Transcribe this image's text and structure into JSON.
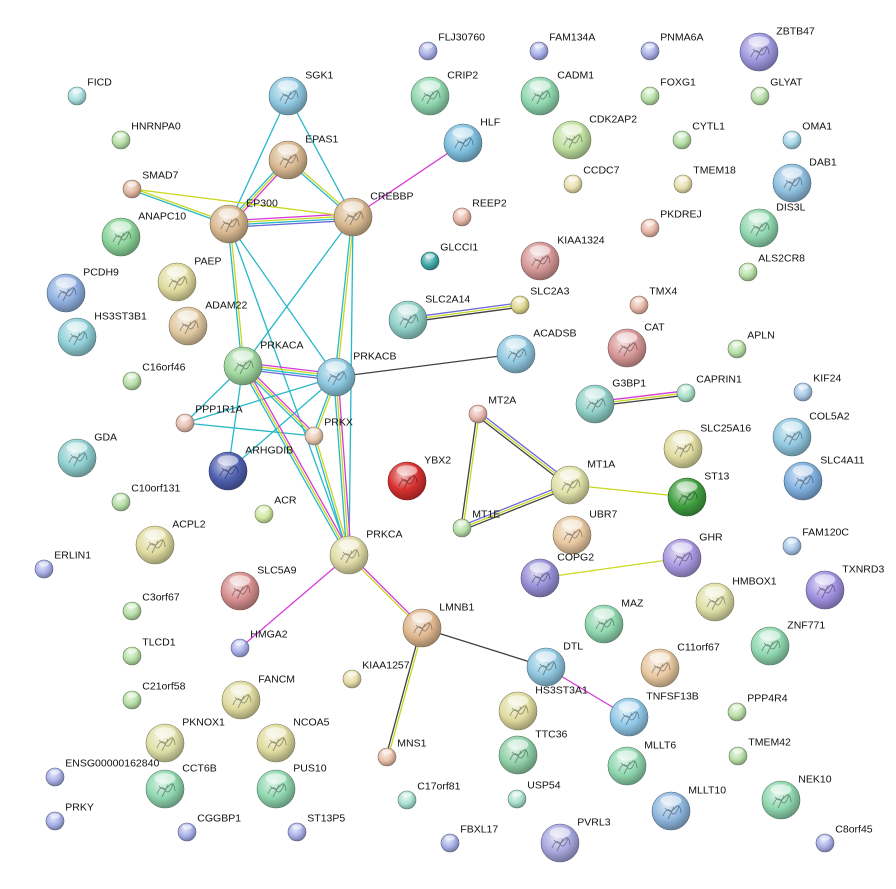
{
  "network": {
    "nodes": [
      {
        "id": "SGK1",
        "label": "SGK1",
        "color": "#8fc8e0",
        "size": "l"
      },
      {
        "id": "EPAS1",
        "label": "EPAS1",
        "color": "#d8b890",
        "size": "l"
      },
      {
        "id": "EP300",
        "label": "EP300",
        "color": "#d8b890",
        "size": "l"
      },
      {
        "id": "CREBBP",
        "label": "CREBBP",
        "color": "#d8b890",
        "size": "l"
      },
      {
        "id": "SMAD7",
        "label": "SMAD7",
        "color": "#e0b8a0",
        "size": "s"
      },
      {
        "id": "ANAPC10",
        "label": "ANAPC10",
        "color": "#8cd49a",
        "size": "l"
      },
      {
        "id": "FICD",
        "label": "FICD",
        "color": "#a8e0e0",
        "size": "s"
      },
      {
        "id": "HNRNPA0",
        "label": "HNRNPA0",
        "color": "#b8e0a8",
        "size": "s"
      },
      {
        "id": "PAEP",
        "label": "PAEP",
        "color": "#e0dca0",
        "size": "l"
      },
      {
        "id": "PCDH9",
        "label": "PCDH9",
        "color": "#90b0e0",
        "size": "l"
      },
      {
        "id": "HS3ST3B1",
        "label": "HS3ST3B1",
        "color": "#90d0d8",
        "size": "l"
      },
      {
        "id": "ADAM22",
        "label": "ADAM22",
        "color": "#e0c8a0",
        "size": "l"
      },
      {
        "id": "C16orf46",
        "label": "C16orf46",
        "color": "#b8e0a8",
        "size": "s"
      },
      {
        "id": "PRKACA",
        "label": "PRKACA",
        "color": "#a0d8a0",
        "size": "l"
      },
      {
        "id": "PRKACB",
        "label": "PRKACB",
        "color": "#8cc8e0",
        "size": "l"
      },
      {
        "id": "PPP1R1A",
        "label": "PPP1R1A",
        "color": "#e8c0b0",
        "size": "s"
      },
      {
        "id": "PRKX",
        "label": "PRKX",
        "color": "#e8c8b0",
        "size": "s"
      },
      {
        "id": "ARHGDIB",
        "label": "ARHGDIB",
        "color": "#5060b0",
        "size": "l"
      },
      {
        "id": "GDA",
        "label": "GDA",
        "color": "#90d0d0",
        "size": "l"
      },
      {
        "id": "C10orf131",
        "label": "C10orf131",
        "color": "#b8e0a8",
        "size": "s"
      },
      {
        "id": "ACR",
        "label": "ACR",
        "color": "#d0e8a0",
        "size": "s"
      },
      {
        "id": "ACPL2",
        "label": "ACPL2",
        "color": "#e0dca0",
        "size": "l"
      },
      {
        "id": "ERLIN1",
        "label": "ERLIN1",
        "color": "#a8b0e8",
        "size": "s"
      },
      {
        "id": "PRKCA",
        "label": "PRKCA",
        "color": "#e0dca8",
        "size": "l"
      },
      {
        "id": "SLC5A9",
        "label": "SLC5A9",
        "color": "#d89090",
        "size": "l"
      },
      {
        "id": "C3orf67",
        "label": "C3orf67",
        "color": "#b8e0a8",
        "size": "s"
      },
      {
        "id": "HMGA2",
        "label": "HMGA2",
        "color": "#a8b0e8",
        "size": "s"
      },
      {
        "id": "TLCD1",
        "label": "TLCD1",
        "color": "#b8e0a8",
        "size": "s"
      },
      {
        "id": "C21orf58",
        "label": "C21orf58",
        "color": "#b8e0a8",
        "size": "s"
      },
      {
        "id": "FANCM",
        "label": "FANCM",
        "color": "#e0dca0",
        "size": "l"
      },
      {
        "id": "KIAA1257",
        "label": "KIAA1257",
        "color": "#e8dca8",
        "size": "s"
      },
      {
        "id": "PKNOX1",
        "label": "PKNOX1",
        "color": "#e0e0a8",
        "size": "l"
      },
      {
        "id": "NCOA5",
        "label": "NCOA5",
        "color": "#e0dca0",
        "size": "l"
      },
      {
        "id": "ENSG00000162840",
        "label": "ENSG00000162840",
        "color": "#a8b0e8",
        "size": "s"
      },
      {
        "id": "CCT6B",
        "label": "CCT6B",
        "color": "#90d8b0",
        "size": "l"
      },
      {
        "id": "PUS10",
        "label": "PUS10",
        "color": "#90d8b0",
        "size": "l"
      },
      {
        "id": "PRKY",
        "label": "PRKY",
        "color": "#a8b0e8",
        "size": "s"
      },
      {
        "id": "CGGBP1",
        "label": "CGGBP1",
        "color": "#a8b0e8",
        "size": "s"
      },
      {
        "id": "ST13P5",
        "label": "ST13P5",
        "color": "#a8b0e8",
        "size": "s"
      },
      {
        "id": "MNS1",
        "label": "MNS1",
        "color": "#e8c0a8",
        "size": "s"
      },
      {
        "id": "LMNB1",
        "label": "LMNB1",
        "color": "#e0b890",
        "size": "l"
      },
      {
        "id": "C17orf81",
        "label": "C17orf81",
        "color": "#a8e0d0",
        "size": "s"
      },
      {
        "id": "FBXL17",
        "label": "FBXL17",
        "color": "#a8b0e8",
        "size": "s"
      },
      {
        "id": "YBX2",
        "label": "YBX2",
        "color": "#d83030",
        "size": "l"
      },
      {
        "id": "FLJ30760",
        "label": "FLJ30760",
        "color": "#a8b0e8",
        "size": "s"
      },
      {
        "id": "CRIP2",
        "label": "CRIP2",
        "color": "#90d8b0",
        "size": "l"
      },
      {
        "id": "HLF",
        "label": "HLF",
        "color": "#80c0e0",
        "size": "l"
      },
      {
        "id": "REEP2",
        "label": "REEP2",
        "color": "#e8b8a8",
        "size": "s"
      },
      {
        "id": "GLCCI1",
        "label": "GLCCI1",
        "color": "#40a8a8",
        "size": "s"
      },
      {
        "id": "FAM134A",
        "label": "FAM134A",
        "color": "#a8b0e8",
        "size": "s"
      },
      {
        "id": "CADM1",
        "label": "CADM1",
        "color": "#90d8b0",
        "size": "l"
      },
      {
        "id": "CDK2AP2",
        "label": "CDK2AP2",
        "color": "#c0e0a0",
        "size": "l"
      },
      {
        "id": "CCDC7",
        "label": "CCDC7",
        "color": "#e8e0b0",
        "size": "s"
      },
      {
        "id": "KIAA1324",
        "label": "KIAA1324",
        "color": "#d89898",
        "size": "l"
      },
      {
        "id": "SLC2A14",
        "label": "SLC2A14",
        "color": "#90d0c8",
        "size": "l"
      },
      {
        "id": "SLC2A3",
        "label": "SLC2A3",
        "color": "#e0d890",
        "size": "s"
      },
      {
        "id": "ACADSB",
        "label": "ACADSB",
        "color": "#90c8e0",
        "size": "l"
      },
      {
        "id": "MT2A",
        "label": "MT2A",
        "color": "#e8b8b0",
        "size": "s"
      },
      {
        "id": "MT1A",
        "label": "MT1A",
        "color": "#e0e0a8",
        "size": "l"
      },
      {
        "id": "MT1E",
        "label": "MT1E",
        "color": "#b8e0a8",
        "size": "s"
      },
      {
        "id": "UBR7",
        "label": "UBR7",
        "color": "#e8c8a0",
        "size": "l"
      },
      {
        "id": "COPG2",
        "label": "COPG2",
        "color": "#9890d8",
        "size": "l"
      },
      {
        "id": "DTL",
        "label": "DTL",
        "color": "#90c8e0",
        "size": "l"
      },
      {
        "id": "HS3ST3A1",
        "label": "HS3ST3A1",
        "color": "#e0dca0",
        "size": "l"
      },
      {
        "id": "TTC36",
        "label": "TTC36",
        "color": "#90d0a8",
        "size": "l"
      },
      {
        "id": "USP54",
        "label": "USP54",
        "color": "#a8e0d0",
        "size": "s"
      },
      {
        "id": "PVRL3",
        "label": "PVRL3",
        "color": "#a8a8e0",
        "size": "l"
      },
      {
        "id": "PNMA6A",
        "label": "PNMA6A",
        "color": "#a8b0e8",
        "size": "s"
      },
      {
        "id": "FOXG1",
        "label": "FOXG1",
        "color": "#b8e0a8",
        "size": "s"
      },
      {
        "id": "CYTL1",
        "label": "CYTL1",
        "color": "#b8e0a8",
        "size": "s"
      },
      {
        "id": "TMEM18",
        "label": "TMEM18",
        "color": "#e8e0b0",
        "size": "s"
      },
      {
        "id": "PKDREJ",
        "label": "PKDREJ",
        "color": "#e8b8a8",
        "size": "s"
      },
      {
        "id": "TMX4",
        "label": "TMX4",
        "color": "#e8b8a8",
        "size": "s"
      },
      {
        "id": "CAT",
        "label": "CAT",
        "color": "#d89898",
        "size": "l"
      },
      {
        "id": "APLN",
        "label": "APLN",
        "color": "#b8e0a8",
        "size": "s"
      },
      {
        "id": "G3BP1",
        "label": "G3BP1",
        "color": "#90d0c8",
        "size": "l"
      },
      {
        "id": "CAPRIN1",
        "label": "CAPRIN1",
        "color": "#a8e0c8",
        "size": "s"
      },
      {
        "id": "SLC25A16",
        "label": "SLC25A16",
        "color": "#e0dca0",
        "size": "l"
      },
      {
        "id": "ST13",
        "label": "ST13",
        "color": "#40a040",
        "size": "l"
      },
      {
        "id": "GHR",
        "label": "GHR",
        "color": "#a898e0",
        "size": "l"
      },
      {
        "id": "HMBOX1",
        "label": "HMBOX1",
        "color": "#e0e0a8",
        "size": "l"
      },
      {
        "id": "MAZ",
        "label": "MAZ",
        "color": "#90d8b0",
        "size": "l"
      },
      {
        "id": "C11orf67",
        "label": "C11orf67",
        "color": "#e8c8a0",
        "size": "l"
      },
      {
        "id": "TNFSF13B",
        "label": "TNFSF13B",
        "color": "#90c8e8",
        "size": "l"
      },
      {
        "id": "MLLT6",
        "label": "MLLT6",
        "color": "#90d8b0",
        "size": "l"
      },
      {
        "id": "MLLT10",
        "label": "MLLT10",
        "color": "#90b8e0",
        "size": "l"
      },
      {
        "id": "ZBTB47",
        "label": "ZBTB47",
        "color": "#a098e0",
        "size": "l"
      },
      {
        "id": "GLYAT",
        "label": "GLYAT",
        "color": "#b8e0a8",
        "size": "s"
      },
      {
        "id": "OMA1",
        "label": "OMA1",
        "color": "#a8d8e8",
        "size": "s"
      },
      {
        "id": "DAB1",
        "label": "DAB1",
        "color": "#90c0e0",
        "size": "l"
      },
      {
        "id": "DIS3L",
        "label": "DIS3L",
        "color": "#90d8b0",
        "size": "l"
      },
      {
        "id": "ALS2CR8",
        "label": "ALS2CR8",
        "color": "#b8e0a8",
        "size": "s"
      },
      {
        "id": "KIF24",
        "label": "KIF24",
        "color": "#a8c8e8",
        "size": "s"
      },
      {
        "id": "COL5A2",
        "label": "COL5A2",
        "color": "#90c8e0",
        "size": "l"
      },
      {
        "id": "SLC4A11",
        "label": "SLC4A11",
        "color": "#80b0e0",
        "size": "l"
      },
      {
        "id": "FAM120C",
        "label": "FAM120C",
        "color": "#a8c8e8",
        "size": "s"
      },
      {
        "id": "TXNRD3",
        "label": "TXNRD3",
        "color": "#a090e0",
        "size": "l"
      },
      {
        "id": "ZNF771",
        "label": "ZNF771",
        "color": "#90d8b0",
        "size": "l"
      },
      {
        "id": "PPP4R4",
        "label": "PPP4R4",
        "color": "#b8e0a8",
        "size": "s"
      },
      {
        "id": "TMEM42",
        "label": "TMEM42",
        "color": "#b8e0a8",
        "size": "s"
      },
      {
        "id": "NEK10",
        "label": "NEK10",
        "color": "#90d8b0",
        "size": "l"
      },
      {
        "id": "C8orf45",
        "label": "C8orf45",
        "color": "#a8b0e8",
        "size": "s"
      }
    ],
    "edges": [
      {
        "source": "SGK1",
        "target": "EP300",
        "types": [
          "cyan"
        ]
      },
      {
        "source": "SGK1",
        "target": "CREBBP",
        "types": [
          "cyan"
        ]
      },
      {
        "source": "EPAS1",
        "target": "EP300",
        "types": [
          "magenta",
          "yellow",
          "cyan"
        ]
      },
      {
        "source": "EPAS1",
        "target": "CREBBP",
        "types": [
          "yellow",
          "cyan"
        ]
      },
      {
        "source": "EP300",
        "target": "CREBBP",
        "types": [
          "magenta",
          "yellow",
          "cyan",
          "blue"
        ]
      },
      {
        "source": "SMAD7",
        "target": "EP300",
        "types": [
          "yellow",
          "cyan"
        ]
      },
      {
        "source": "SMAD7",
        "target": "CREBBP",
        "types": [
          "yellow"
        ]
      },
      {
        "source": "EP300",
        "target": "PRKACA",
        "types": [
          "yellow",
          "cyan"
        ]
      },
      {
        "source": "EP300",
        "target": "PRKACB",
        "types": [
          "cyan"
        ]
      },
      {
        "source": "CREBBP",
        "target": "PRKACA",
        "types": [
          "cyan"
        ]
      },
      {
        "source": "CREBBP",
        "target": "PRKACB",
        "types": [
          "yellow",
          "cyan"
        ]
      },
      {
        "source": "CREBBP",
        "target": "PRKCA",
        "types": [
          "cyan"
        ]
      },
      {
        "source": "CREBBP",
        "target": "HLF",
        "types": [
          "magenta"
        ]
      },
      {
        "source": "EP300",
        "target": "PRKCA",
        "types": [
          "cyan"
        ]
      },
      {
        "source": "PRKACA",
        "target": "PRKACB",
        "types": [
          "magenta",
          "yellow",
          "cyan",
          "blue"
        ]
      },
      {
        "source": "PRKACA",
        "target": "PRKX",
        "types": [
          "magenta",
          "yellow",
          "cyan"
        ]
      },
      {
        "source": "PRKACB",
        "target": "PRKX",
        "types": [
          "yellow",
          "cyan"
        ]
      },
      {
        "source": "PRKACA",
        "target": "PPP1R1A",
        "types": [
          "cyan"
        ]
      },
      {
        "source": "PRKACB",
        "target": "PPP1R1A",
        "types": [
          "cyan"
        ]
      },
      {
        "source": "PRKACA",
        "target": "ARHGDIB",
        "types": [
          "cyan"
        ]
      },
      {
        "source": "PRKACB",
        "target": "ARHGDIB",
        "types": [
          "cyan"
        ]
      },
      {
        "source": "PPP1R1A",
        "target": "PRKX",
        "types": [
          "cyan"
        ]
      },
      {
        "source": "PRKACA",
        "target": "PRKCA",
        "types": [
          "magenta",
          "yellow",
          "cyan"
        ]
      },
      {
        "source": "PRKACB",
        "target": "PRKCA",
        "types": [
          "magenta",
          "yellow",
          "cyan"
        ]
      },
      {
        "source": "PRKX",
        "target": "PRKCA",
        "types": [
          "yellow",
          "cyan"
        ]
      },
      {
        "source": "PRKACB",
        "target": "ACADSB",
        "types": [
          "dark"
        ]
      },
      {
        "source": "PRKCA",
        "target": "HMGA2",
        "types": [
          "magenta"
        ]
      },
      {
        "source": "PRKCA",
        "target": "LMNB1",
        "types": [
          "magenta",
          "yellow"
        ]
      },
      {
        "source": "LMNB1",
        "target": "MNS1",
        "types": [
          "yellow",
          "dark"
        ]
      },
      {
        "source": "LMNB1",
        "target": "DTL",
        "types": [
          "dark"
        ]
      },
      {
        "source": "DTL",
        "target": "TNFSF13B",
        "types": [
          "magenta"
        ]
      },
      {
        "source": "SLC2A14",
        "target": "SLC2A3",
        "types": [
          "blue",
          "yellow",
          "dark"
        ]
      },
      {
        "source": "MT2A",
        "target": "MT1A",
        "types": [
          "blue",
          "yellow",
          "dark"
        ]
      },
      {
        "source": "MT2A",
        "target": "MT1E",
        "types": [
          "yellow",
          "dark"
        ]
      },
      {
        "source": "MT1E",
        "target": "MT1A",
        "types": [
          "blue",
          "yellow",
          "dark"
        ]
      },
      {
        "source": "MT1A",
        "target": "ST13",
        "types": [
          "yellow"
        ]
      },
      {
        "source": "G3BP1",
        "target": "CAPRIN1",
        "types": [
          "magenta",
          "yellow",
          "dark"
        ]
      },
      {
        "source": "COPG2",
        "target": "GHR",
        "types": [
          "yellow"
        ]
      }
    ]
  },
  "colors": {
    "magenta": "#d838d8",
    "yellow": "#c8d820",
    "cyan": "#28b8c8",
    "blue": "#6868d8",
    "dark": "#404040"
  }
}
